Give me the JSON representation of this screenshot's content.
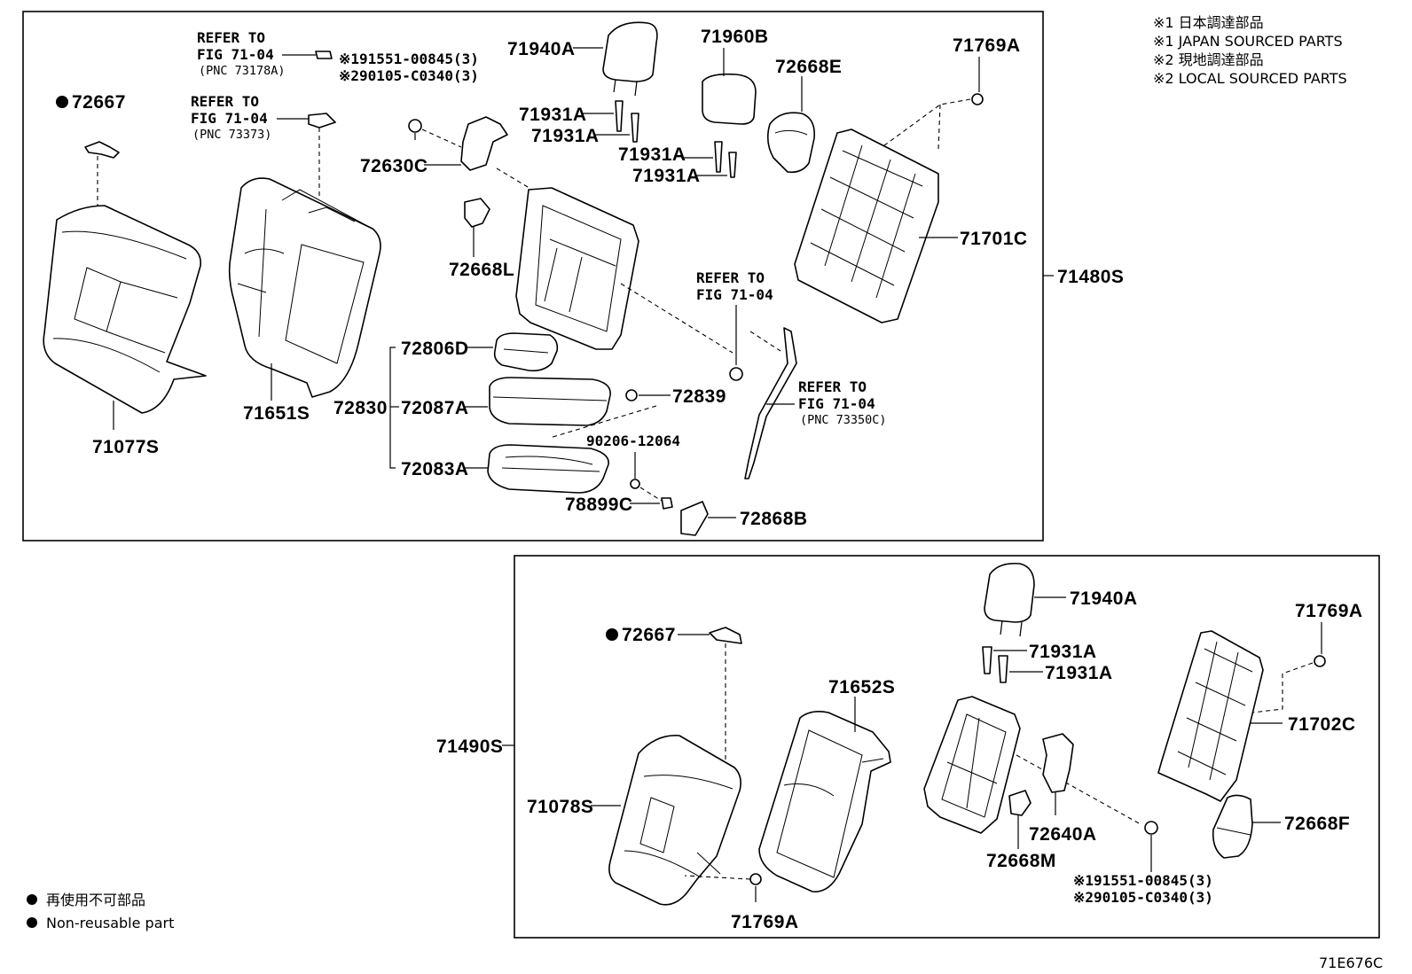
{
  "legend": {
    "jp1": "※1 日本調達部品",
    "en1": "※1 JAPAN SOURCED PARTS",
    "jp2": "※2 現地調達部品",
    "en2": "※2 LOCAL SOURCED PARTS",
    "nonreuse_jp": "再使用不可部品",
    "nonreuse_en": "Non-reusable part"
  },
  "figure_id": "71E676C",
  "top": {
    "assembly": "71480S",
    "refer_to": "REFER TO",
    "fig": "FIG 71-04",
    "pnc_a": "(PNC 73178A)",
    "pnc_b": "(PNC 73373)",
    "pnc_c": "(PNC 73350C)",
    "note1": "※191551-00845(3)",
    "note2": "※290105-C0340(3)",
    "p72667": "72667",
    "p71077S": "71077S",
    "p71651S": "71651S",
    "p71940A": "71940A",
    "p71931A_1": "71931A",
    "p71931A_2": "71931A",
    "p71960B": "71960B",
    "p71931A_3": "71931A",
    "p71931A_4": "71931A",
    "p72668E": "72668E",
    "p71769A": "71769A",
    "p71701C": "71701C",
    "p72630C": "72630C",
    "p72668L": "72668L",
    "p72806D": "72806D",
    "p72830": "72830",
    "p72087A": "72087A",
    "p72083A": "72083A",
    "p72839": "72839",
    "p90206": "90206-12064",
    "p78899C": "78899C",
    "p72868B": "72868B"
  },
  "bottom": {
    "assembly": "71490S",
    "p72667": "72667",
    "p71078S": "71078S",
    "p71652S": "71652S",
    "p71769A_a": "71769A",
    "p71940A": "71940A",
    "p71931A_1": "71931A",
    "p71931A_2": "71931A",
    "p72640A": "72640A",
    "p72668M": "72668M",
    "p71769A_b": "71769A",
    "p71702C": "71702C",
    "p72668F": "72668F",
    "note1": "※191551-00845(3)",
    "note2": "※290105-C0340(3)"
  }
}
